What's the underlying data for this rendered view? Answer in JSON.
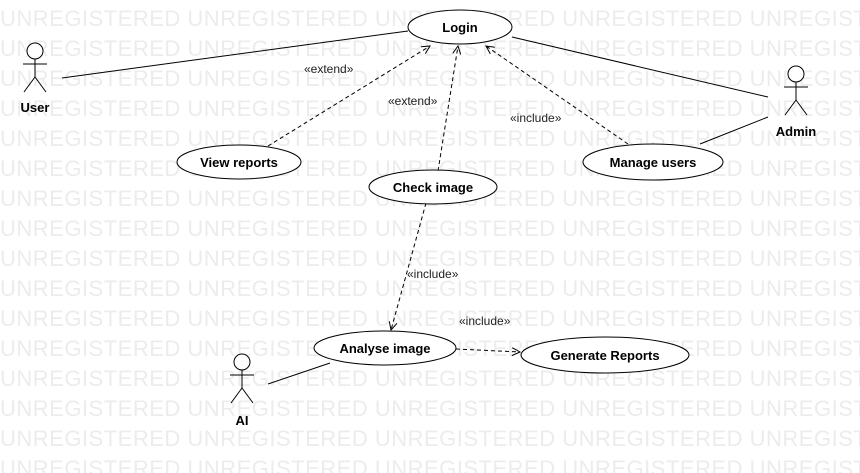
{
  "watermark": "UNREGISTERED UNREGISTERED UNREGISTERED UNREGISTERED UNREGISTERED UNREGISTERED",
  "actors": {
    "user": "User",
    "admin": "Admin",
    "ai": "AI"
  },
  "use_cases": {
    "login": "Login",
    "view_reports": "View reports",
    "check_image": "Check image",
    "manage_users": "Manage users",
    "analyse_image": "Analyse image",
    "generate_reports": "Generate Reports"
  },
  "relations": {
    "view_reports_extend": "«extend»",
    "check_image_extend": "«extend»",
    "manage_users_include": "«include»",
    "check_analyse_include": "«include»",
    "analyse_generate_include": "«include»"
  }
}
